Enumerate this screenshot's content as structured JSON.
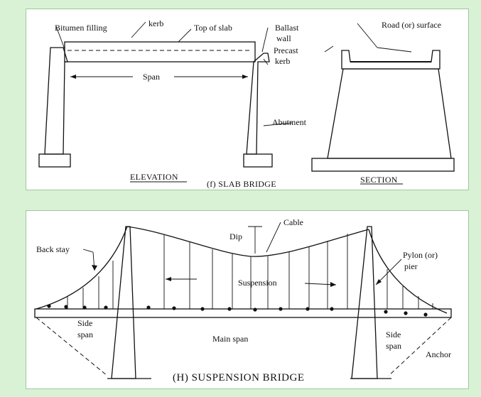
{
  "slab_bridge": {
    "labels": {
      "bitumen_filling": "Bitumen filling",
      "kerb": "kerb",
      "top_of_slab": "Top of slab",
      "ballast_wall_1": "Ballast",
      "ballast_wall_2": "wall",
      "precast_kerb_1": "Precast",
      "precast_kerb_2": "kerb",
      "span": "Span",
      "abutment": "Abutment",
      "road_surface": "Road (or) surface"
    },
    "titles": {
      "elevation": "ELEVATION",
      "figure": "(f) SLAB BRIDGE",
      "section": "SECTION"
    }
  },
  "suspension_bridge": {
    "labels": {
      "back_stay": "Back stay",
      "cable": "Cable",
      "dip": "Dip",
      "pylon_1": "Pylon (or)",
      "pylon_2": "pier",
      "suspension": "Suspension",
      "side_span_left_1": "Side",
      "side_span_left_2": "span",
      "main_span": "Main span",
      "side_span_right_1": "Side",
      "side_span_right_2": "span",
      "anchor": "Anchor"
    },
    "title": "(H) SUSPENSION BRIDGE"
  }
}
